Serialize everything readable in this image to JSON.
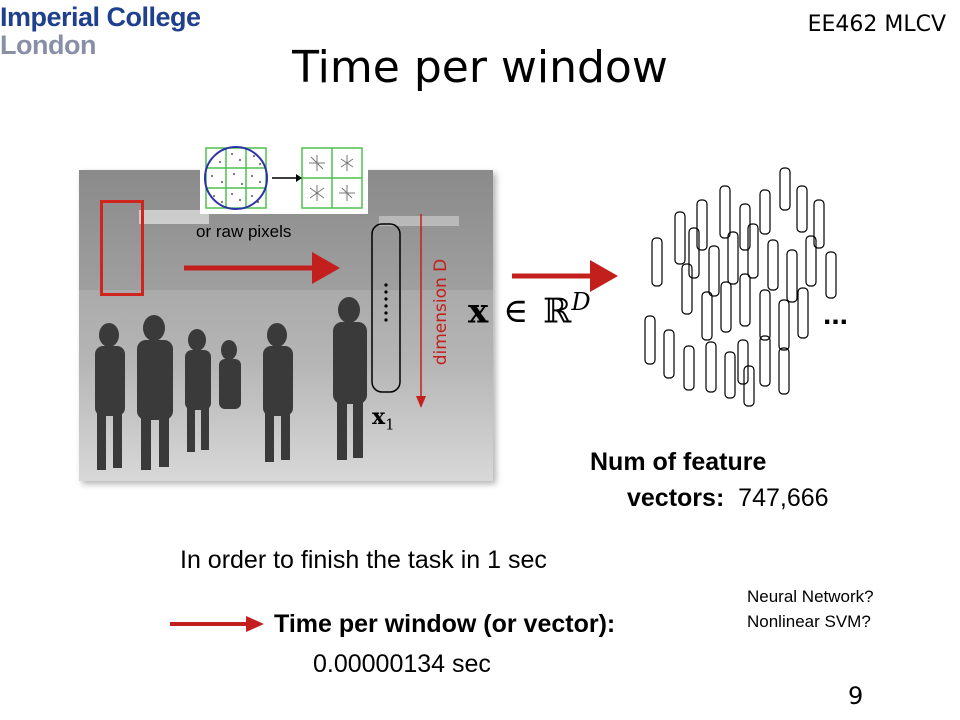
{
  "header": {
    "logo_line1": "Imperial College",
    "logo_line2": "London",
    "course": "EE462 MLCV"
  },
  "slide": {
    "title": "Time per window",
    "raw_pixels_label": "or raw pixels",
    "dimension_label": "dimension D",
    "x1_label": "x",
    "x1_subscript": "1",
    "formula_x": "x",
    "formula_in": "∈",
    "formula_R": "ℝ",
    "formula_D": "D",
    "ellipsis": "...",
    "num_features_label_line1": "Num of feature",
    "num_features_label_line2": "vectors:",
    "num_features_value": "747,666",
    "task_text": "In order to finish the task in 1 sec",
    "time_label": "Time per window (or vector):",
    "time_value": "0.00000134 sec",
    "classifier_q1": "Neural Network?",
    "classifier_q2": "Nonlinear SVM?",
    "page_number": "9"
  },
  "colors": {
    "accent_red": "#c3201d",
    "logo_blue": "#1f3f8f",
    "logo_gray": "#8a8fa8",
    "descriptor_green": "#4fc04f",
    "descriptor_blue": "#2a33a8"
  }
}
